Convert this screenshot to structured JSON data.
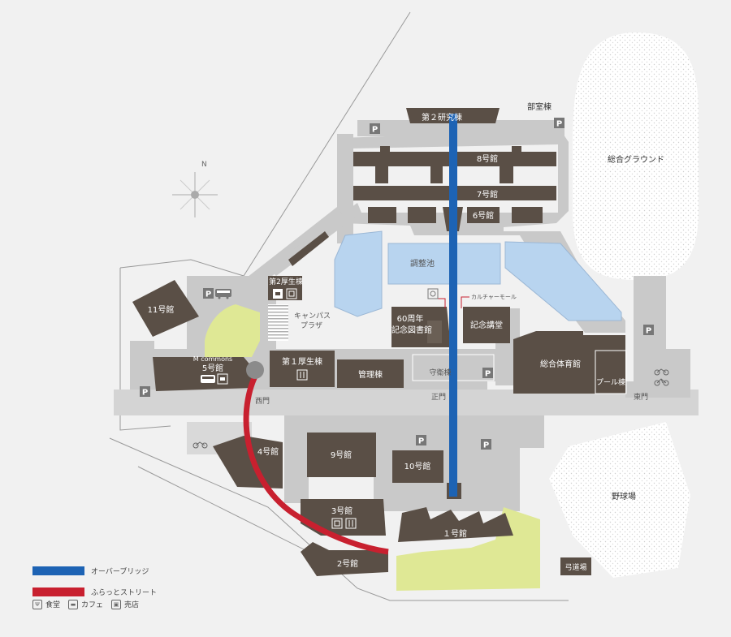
{
  "buildings": {
    "lab2": "第２研究棟",
    "club": "部室棟",
    "b8": "8号館",
    "b7": "7号館",
    "b6": "6号館",
    "b11": "11号館",
    "welfare2": "第2厚生棟",
    "campus_plaza": "キャンパス\nプラザ",
    "mcommons": "M commons",
    "b5": "5号館",
    "welfare1": "第１厚生棟",
    "admin": "管理棟",
    "guard": "守衛棟",
    "library": "60周年\n記念図書館",
    "hall": "記念講堂",
    "gym": "総合体育館",
    "pool": "プール棟",
    "b4": "4号館",
    "b9": "9号館",
    "b10": "10号館",
    "b3": "3号館",
    "b1": "１号館",
    "b2": "2号館",
    "archery": "弓道場"
  },
  "areas": {
    "pond": "調整池",
    "culture_mall": "カルチャーモール",
    "ground": "総合グラウンド",
    "baseball": "野球場"
  },
  "gates": {
    "west": "西門",
    "main": "正門",
    "east": "東門"
  },
  "compass": "N",
  "parking": "P",
  "legend": {
    "overbridge": "オーバーブリッジ",
    "street": "ふらっとストリート",
    "dining": "食堂",
    "cafe": "カフェ",
    "shop": "売店"
  },
  "colors": {
    "building": "#5a4f46",
    "overbridge": "#1d63b4",
    "street": "#c8202f",
    "pond": "#b8d4ef",
    "green": "#dfe895",
    "road": "#c9c9c9"
  }
}
